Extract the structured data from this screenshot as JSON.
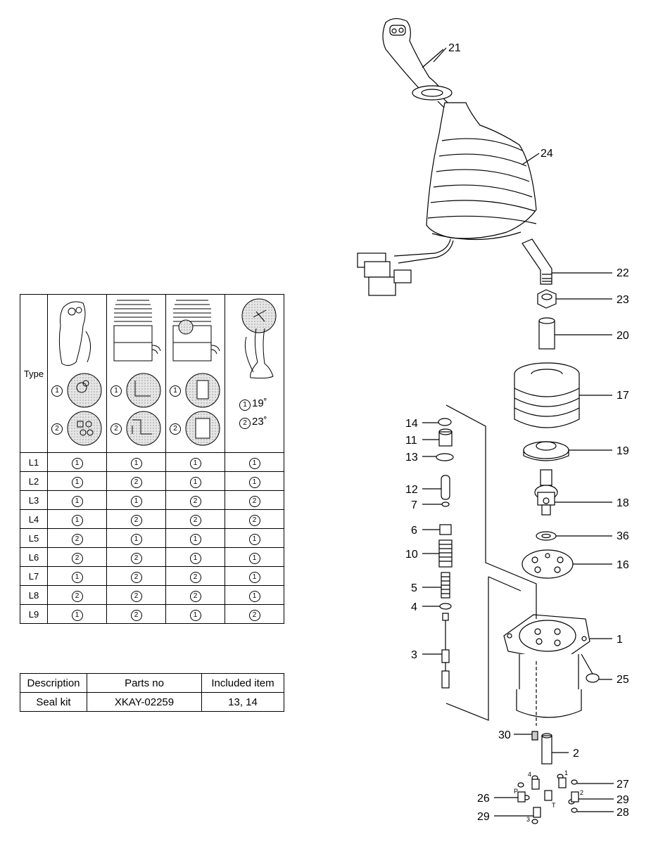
{
  "callouts": {
    "p21": "21",
    "p24": "24",
    "p22": "22",
    "p23": "23",
    "p20": "20",
    "p17": "17",
    "p19": "19",
    "p18": "18",
    "p36": "36",
    "p16": "16",
    "p1": "1",
    "p25": "25",
    "p2": "2",
    "p30": "30",
    "p14": "14",
    "p11": "11",
    "p13": "13",
    "p12": "12",
    "p7": "7",
    "p6": "6",
    "p10": "10",
    "p5": "5",
    "p4": "4",
    "p3": "3",
    "p27": "27",
    "p26": "26",
    "p29a": "29",
    "p29b": "29",
    "p28": "28"
  },
  "port_labels": {
    "port4": "4",
    "port1": "1",
    "portP": "P",
    "port2": "2",
    "portT": "T",
    "port3": "3"
  },
  "type_table": {
    "header_label": "Type",
    "angles": [
      {
        "num": "1",
        "value": "19˚"
      },
      {
        "num": "2",
        "value": "23˚"
      }
    ],
    "option_marks": [
      "1",
      "2"
    ],
    "rows": [
      {
        "label": "L1",
        "cells": [
          "1",
          "1",
          "1",
          "1"
        ]
      },
      {
        "label": "L2",
        "cells": [
          "1",
          "2",
          "1",
          "1"
        ]
      },
      {
        "label": "L3",
        "cells": [
          "1",
          "1",
          "2",
          "2"
        ]
      },
      {
        "label": "L4",
        "cells": [
          "1",
          "2",
          "2",
          "2"
        ]
      },
      {
        "label": "L5",
        "cells": [
          "2",
          "1",
          "1",
          "1"
        ]
      },
      {
        "label": "L6",
        "cells": [
          "2",
          "2",
          "1",
          "1"
        ]
      },
      {
        "label": "L7",
        "cells": [
          "1",
          "2",
          "2",
          "1"
        ]
      },
      {
        "label": "L8",
        "cells": [
          "2",
          "2",
          "2",
          "1"
        ]
      },
      {
        "label": "L9",
        "cells": [
          "1",
          "2",
          "1",
          "2"
        ]
      }
    ]
  },
  "seal_kit_table": {
    "headers": {
      "description": "Description",
      "parts_no": "Parts no",
      "included": "Included item"
    },
    "row": {
      "description": "Seal kit",
      "parts_no": "XKAY-02259",
      "included": "13, 14"
    }
  },
  "colors": {
    "line": "#000000",
    "shade": "#d9d9d9",
    "dot": "#bbbbbb"
  }
}
